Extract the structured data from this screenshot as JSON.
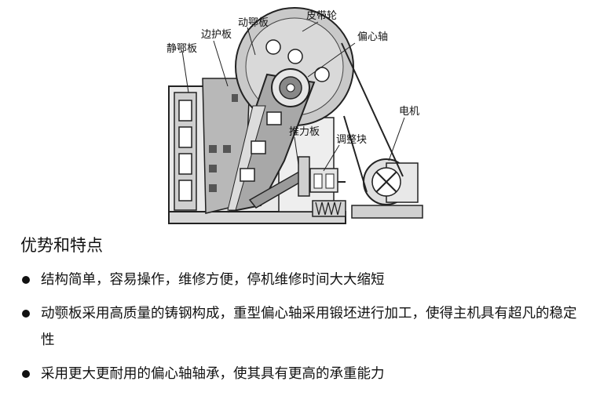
{
  "diagram": {
    "labels": {
      "pulley": "皮带轮",
      "moving_jaw": "动鄂板",
      "side_plate": "边护板",
      "fixed_jaw": "静鄂板",
      "eccentric_shaft": "偏心轴",
      "motor": "电机",
      "toggle_plate": "推力板",
      "adjust_block": "调整块"
    }
  },
  "features": {
    "title": "优势和特点",
    "items": [
      "结构简单，容易操作，维修方便，停机维修时间大大缩短",
      "动颚板采用高质量的铸钢构成，重型偏心轴采用锻坯进行加工，使得主机具有超凡的稳定性",
      "采用更大更耐用的偏心轴轴承，使其具有更高的承重能力"
    ]
  }
}
